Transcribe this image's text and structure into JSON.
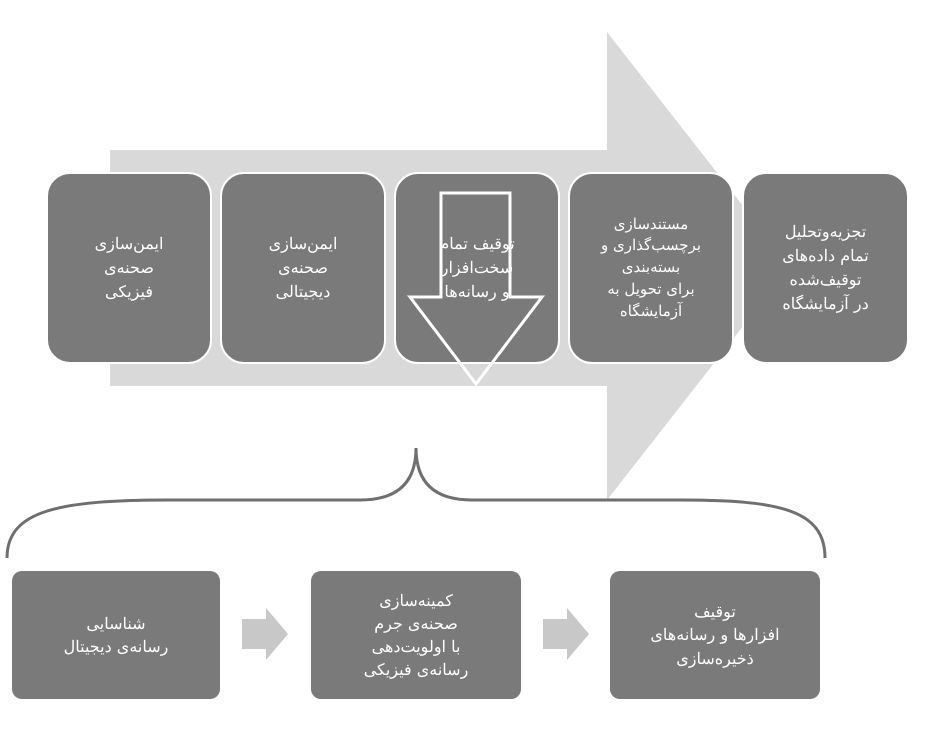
{
  "colors": {
    "big_arrow": "#d9d9d9",
    "box_fill": "#7a7a7a",
    "box_text": "#ffffff",
    "small_arrow": "#c8c8c8",
    "brace": "#6f6f6f"
  },
  "top_steps": [
    {
      "text": "ایمن‌سازی\nصحنه‌ی\nفیزیکی"
    },
    {
      "text": "ایمن‌سازی\nصحنه‌ی\nدیجیتالی"
    },
    {
      "text": "توقیف تمام\nسخت‌افزار\nو رسانه‌ها"
    },
    {
      "text": "مستندسازی\nبرچسب‌گذاری و\nبسته‌بندی\nبرای تحویل به\nآزمایشگاه"
    },
    {
      "text": "تجزیه‌وتحلیل\nتمام داده‌های\nتوقیف‌شده\nدر آزمایشگاه"
    }
  ],
  "bottom_steps": [
    {
      "text": "شناسایی\nرسانه‌ی دیجیتال"
    },
    {
      "text": "کمینه‌سازی\nصحنه‌ی جرم\nبا اولویت‌دهی\nرسانه‌ی فیزیکی"
    },
    {
      "text": "توقیف\nافزارها و رسانه‌های\nذخیره‌سازی"
    }
  ]
}
